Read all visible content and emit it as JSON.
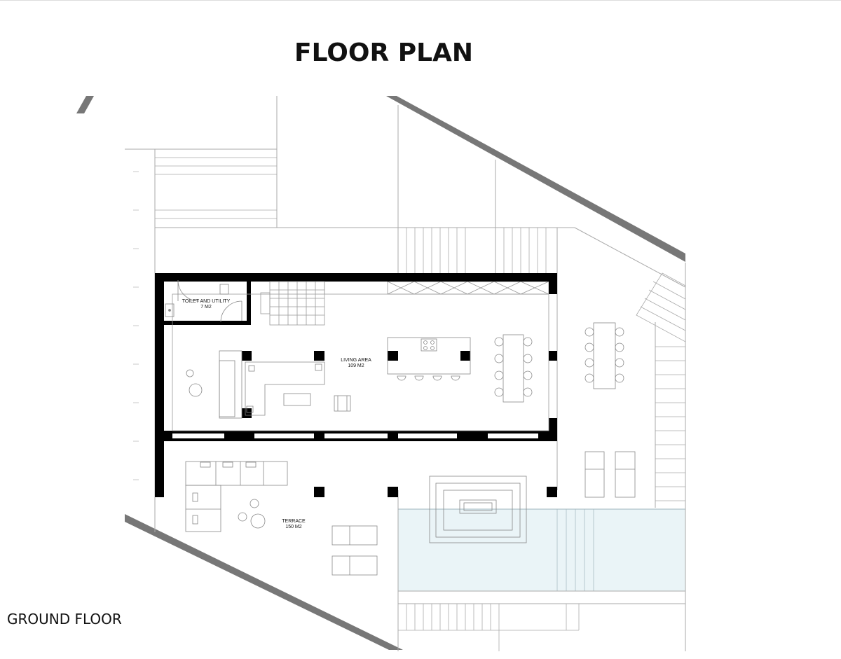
{
  "header": {
    "title": "FLOOR PLAN"
  },
  "footer": {
    "caption": "GROUND FLOOR"
  },
  "rooms": [
    {
      "name": "TOILET AND UTILITY",
      "area": "7 M2"
    },
    {
      "name": "LIVING AREA",
      "area": "109 M2"
    },
    {
      "name": "TERRACE",
      "area": "150 M2"
    }
  ],
  "colors": {
    "walls": "#000000",
    "site_walls": "#777777",
    "lines": "#999999",
    "pool": "#eaf4f7"
  }
}
